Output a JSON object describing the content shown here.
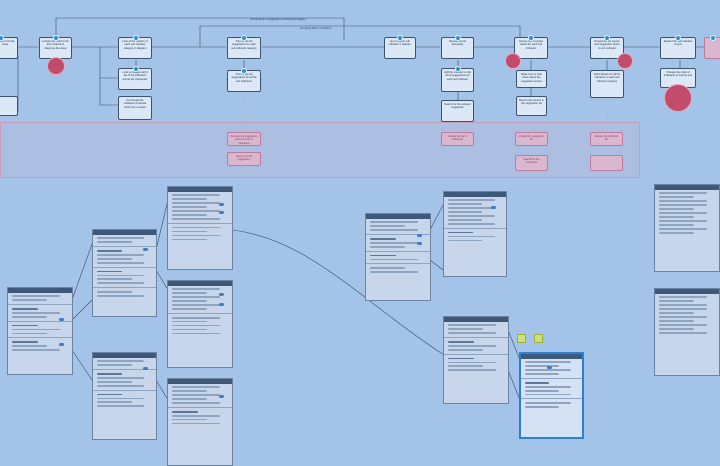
{
  "flow_labels": {
    "a1": "Decide to fix this issue",
    "a2": "Lookup the FAQ for the first instance to diagnose the issue",
    "b1": "Look at the location of each sub indicator category in diagram",
    "b2": "Look up suggest all fit list of the indicators across the categories",
    "b3": "Go through the indicators to decide which one to select",
    "c1": "Turn off the list suggestions for each sub indicator category",
    "c2": "Turn off the list suggestions for all the sub indicators",
    "d1": "Go to search sub indicator in diagram",
    "e1": "Review the list formatting",
    "e2": "Add the indicator to the list of suggestions for each sub indicator",
    "e3": "Search for the relevant suggestion",
    "f1": "Access the complete review for each sub indicator",
    "f2": "Make sure to note down about the suggestion source",
    "f3": "Review the content in the suggestion list",
    "g1": "Review the list source and suggestion where to sub indicator",
    "g2": "Add indicator for all the indicators in each sub indicator category",
    "h1": "Expand the sub indicator source",
    "h2": "Change the order of indicators to suit the end",
    "p1": "Sources the suggestion about the list of indicators",
    "p2": "Search for the suggestion",
    "p3": "Update the list of indicators",
    "p4": "Update the suggestion list",
    "p5": "Search for the indicators",
    "p6": "Review the indicator list",
    "top_note_1": "[comment] list of suggestions not filtered by category",
    "top_note_2": "[comment] Order of indicators"
  }
}
